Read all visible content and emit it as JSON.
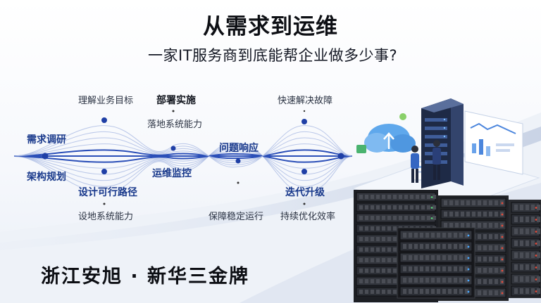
{
  "header": {
    "title": "从需求到运维",
    "subtitle": "一家IT服务商到底能帮企业做多少事?"
  },
  "flow": {
    "left_top": "需求调研",
    "left_bottom": "架构规划",
    "stage1_top": "理解业务目标",
    "stage1_bottom_title": "设计可行路径",
    "stage1_bottom_sub": "设地系统能力",
    "stage2_top_title": "部署实施",
    "stage2_top_sub": "落地系统能力",
    "stage2_bottom_title": "运维监控",
    "stage3_top_title": "问题响应",
    "stage3_bottom_sub": "保障稳定运行",
    "stage4_top": "快速解决故障",
    "stage4_bottom_title": "迭代升级",
    "stage4_bottom_sub": "持续优化效率"
  },
  "footer": {
    "brand": "浙江安旭 · 新华三金牌"
  },
  "colors": {
    "accent": "#1f3fa6",
    "wave": "#2b4fb8",
    "wave_light": "#9fb2e0"
  }
}
